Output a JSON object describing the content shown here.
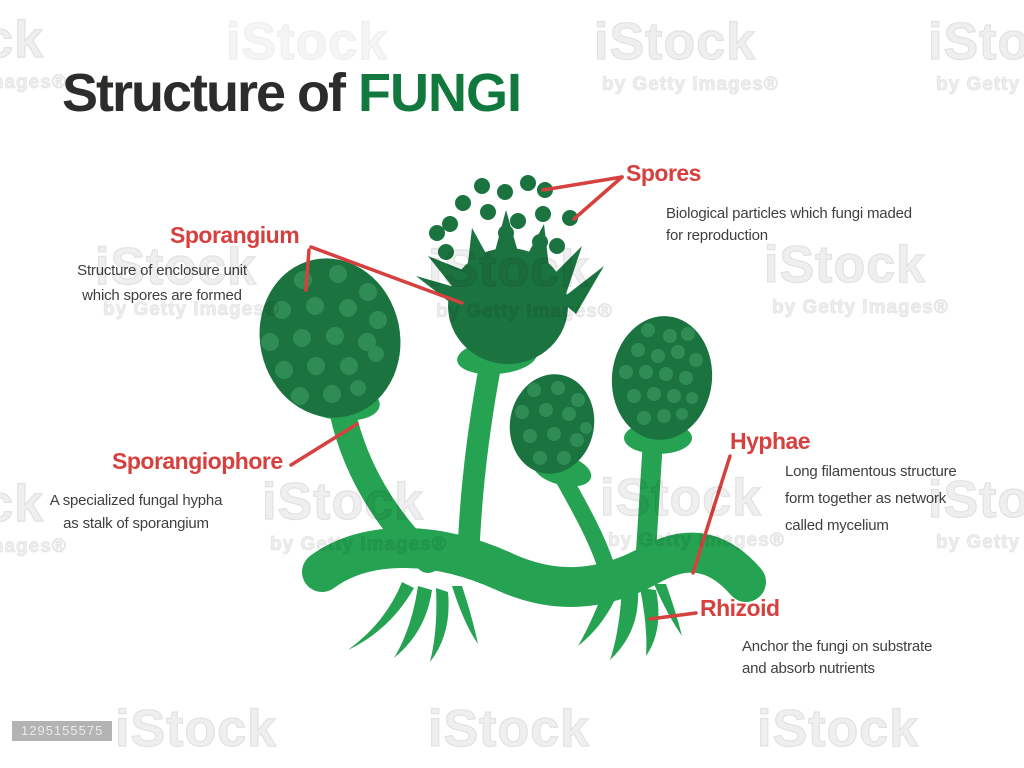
{
  "title": {
    "prefix": "Structure of",
    "highlight": "FUNGI"
  },
  "annotations": {
    "spores": {
      "label": "Spores",
      "line1": "Biological particles which fungi maded",
      "line2": "for reproduction"
    },
    "sporangium": {
      "label": "Sporangium",
      "line1": "Structure of enclosure unit",
      "line2": "which spores are formed"
    },
    "sporangiophore": {
      "label": "Sporangiophore",
      "line1": "A specialized fungal hypha",
      "line2": "as stalk of sporangium"
    },
    "hyphae": {
      "label": "Hyphae",
      "line1": "Long filamentous structure",
      "line2": "form together as network",
      "line3": "called mycelium"
    },
    "rhizoid": {
      "label": "Rhizoid",
      "line1": "Anchor the fungi on substrate",
      "line2": "and absorb nutrients"
    }
  },
  "watermark": {
    "brand": "iStock",
    "credit": "by Getty Images®",
    "image_id": "1295155575"
  },
  "colors": {
    "title_dark": "#2d2c2b",
    "title_green": "#12793e",
    "label_red": "#d6403e",
    "text_dark": "#3f3f3f",
    "dark_green": "#1b7340",
    "mid_green": "#25a352",
    "spot_green": "#2f8c55"
  }
}
